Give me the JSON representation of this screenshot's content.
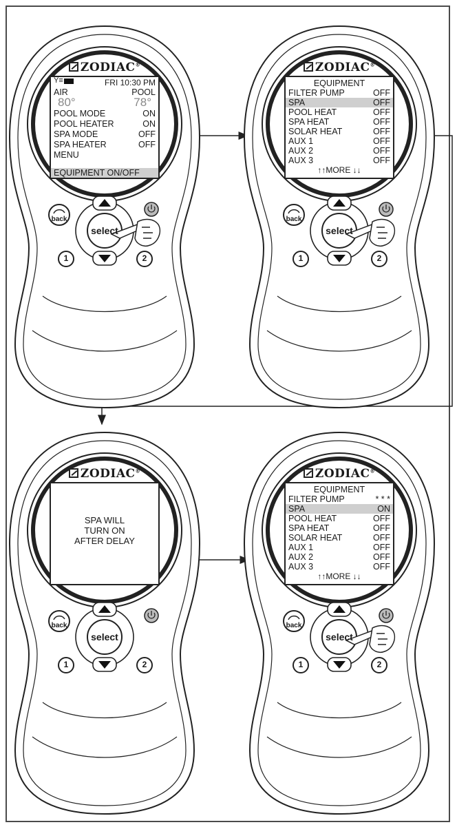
{
  "brand": "ZODIAC",
  "panels": [
    {
      "status": {
        "time": "FRI 10:30 PM"
      },
      "labels": {
        "air": "AIR",
        "pool": "POOL"
      },
      "temps": {
        "air": "80°",
        "pool": "78°"
      },
      "rows": [
        {
          "label": "POOL MODE",
          "value": "ON"
        },
        {
          "label": "POOL HEATER",
          "value": "ON"
        },
        {
          "label": "SPA MODE",
          "value": "OFF"
        },
        {
          "label": "SPA HEATER",
          "value": "OFF"
        },
        {
          "label": "MENU",
          "value": ""
        }
      ],
      "banner": "EQUIPMENT ON/OFF"
    },
    {
      "title": "EQUIPMENT",
      "rows": [
        {
          "label": "FILTER PUMP",
          "value": "OFF"
        },
        {
          "label": "SPA",
          "value": "OFF"
        },
        {
          "label": "POOL HEAT",
          "value": "OFF"
        },
        {
          "label": "SPA HEAT",
          "value": "OFF"
        },
        {
          "label": "SOLAR HEAT",
          "value": "OFF"
        },
        {
          "label": "AUX 1",
          "value": "OFF"
        },
        {
          "label": "AUX 2",
          "value": "OFF"
        },
        {
          "label": "AUX 3",
          "value": "OFF"
        }
      ],
      "more": "↑↑MORE ↓↓"
    },
    {
      "message": [
        "SPA WILL",
        "TURN ON",
        "AFTER DELAY"
      ]
    },
    {
      "title": "EQUIPMENT",
      "rows": [
        {
          "label": "FILTER PUMP",
          "value": "* * *"
        },
        {
          "label": "SPA",
          "value": "ON"
        },
        {
          "label": "POOL HEAT",
          "value": "OFF"
        },
        {
          "label": "SPA HEAT",
          "value": "OFF"
        },
        {
          "label": "SOLAR HEAT",
          "value": "OFF"
        },
        {
          "label": "AUX 1",
          "value": "OFF"
        },
        {
          "label": "AUX 2",
          "value": "OFF"
        },
        {
          "label": "AUX 3",
          "value": "OFF"
        }
      ],
      "more": "↑↑MORE ↓↓"
    }
  ],
  "buttons": {
    "back": "back",
    "select": "select",
    "one": "1",
    "two": "2"
  }
}
